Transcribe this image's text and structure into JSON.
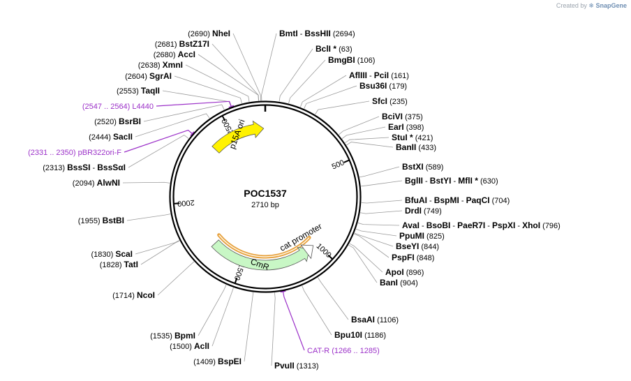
{
  "watermark": {
    "prefix": "Created by",
    "brand": "SnapGene",
    "icon": "snapgene-leaf-icon"
  },
  "plasmid": {
    "name": "POC1537",
    "length": "2710 bp",
    "total_bp": 2710
  },
  "colors": {
    "ring": "#000000",
    "feature_fill": "#fff200",
    "cmr_fill": "#c8f7c5",
    "promoter_fill": "#ffffff",
    "primer": "#9b30c8",
    "orange_arc": "#e6a03c",
    "leader": "#9a9a9a"
  },
  "ticks": [
    {
      "bp": 500,
      "label": "500"
    },
    {
      "bp": 1000,
      "label": "1000"
    },
    {
      "bp": 1500,
      "label": "1500"
    },
    {
      "bp": 2000,
      "label": "2000"
    },
    {
      "bp": 2500,
      "label": "2500"
    }
  ],
  "features": [
    {
      "name": "p15A ori",
      "start": 2360,
      "end": 2700,
      "direction": "cw",
      "color": "#fff200"
    },
    {
      "name": "CmR",
      "start": 1050,
      "end": 1710,
      "direction": "ccw",
      "color": "#c8f7c5"
    },
    {
      "name": "cat promoter",
      "start": 1020,
      "end": 1080,
      "direction": "ccw",
      "color": "#ffffff"
    }
  ],
  "orange_arc": {
    "start": 1000,
    "end": 1735
  },
  "sites": [
    {
      "name": "BmtI",
      "name2": "BssHII",
      "pos": "(2694)",
      "side": "right",
      "bp": 2694
    },
    {
      "name": "NheI",
      "pos": "(2690)",
      "side": "left",
      "bp": 2690
    },
    {
      "name": "BstZ17I",
      "pos": "(2681)",
      "side": "left",
      "bp": 2681
    },
    {
      "name": "AccI",
      "pos": "(2680)",
      "side": "left",
      "bp": 2680
    },
    {
      "name": "XmnI",
      "pos": "(2638)",
      "side": "left",
      "bp": 2638
    },
    {
      "name": "SgrAI",
      "pos": "(2604)",
      "side": "left",
      "bp": 2604
    },
    {
      "name": "TaqII",
      "pos": "(2553)",
      "side": "left",
      "bp": 2553
    },
    {
      "name": "BsrBI",
      "pos": "(2520)",
      "side": "left",
      "bp": 2520
    },
    {
      "name": "SacII",
      "pos": "(2444)",
      "side": "left",
      "bp": 2444
    },
    {
      "name": "BssSI",
      "name2": "BssSαI",
      "pos": "(2313)",
      "side": "left",
      "bp": 2313
    },
    {
      "name": "AlwNI",
      "pos": "(2094)",
      "side": "left",
      "bp": 2094
    },
    {
      "name": "BstBI",
      "pos": "(1955)",
      "side": "left",
      "bp": 1955
    },
    {
      "name": "ScaI",
      "pos": "(1830)",
      "side": "left",
      "bp": 1830
    },
    {
      "name": "TatI",
      "pos": "(1828)",
      "side": "left",
      "bp": 1828
    },
    {
      "name": "NcoI",
      "pos": "(1714)",
      "side": "left",
      "bp": 1714
    },
    {
      "name": "BpmI",
      "pos": "(1535)",
      "side": "left",
      "bp": 1535
    },
    {
      "name": "AclI",
      "pos": "(1500)",
      "side": "left",
      "bp": 1500
    },
    {
      "name": "BspEI",
      "pos": "(1409)",
      "side": "left",
      "bp": 1409
    },
    {
      "name": "PvuII",
      "pos": "(1313)",
      "side": "right",
      "bp": 1313
    },
    {
      "name": "Bpu10I",
      "pos": "(1186)",
      "side": "right",
      "bp": 1186
    },
    {
      "name": "BsaAI",
      "pos": "(1106)",
      "side": "right",
      "bp": 1106
    },
    {
      "name": "BanI",
      "pos": "(904)",
      "side": "right",
      "bp": 904
    },
    {
      "name": "ApoI",
      "pos": "(896)",
      "side": "right",
      "bp": 896
    },
    {
      "name": "PspFI",
      "pos": "(848)",
      "side": "right",
      "bp": 848
    },
    {
      "name": "BseYI",
      "pos": "(844)",
      "side": "right",
      "bp": 844
    },
    {
      "name": "PpuMI",
      "pos": "(825)",
      "side": "right",
      "bp": 825
    },
    {
      "name": "AvaI",
      "name2": "BsoBI",
      "name3": "PaeR7I",
      "name4": "PspXI",
      "name5": "XhoI",
      "pos": "(796)",
      "side": "right",
      "bp": 796
    },
    {
      "name": "DrdI",
      "pos": "(749)",
      "side": "right",
      "bp": 749
    },
    {
      "name": "BfuAI",
      "name2": "BspMI",
      "name3": "PaqCI",
      "pos": "(704)",
      "side": "right",
      "bp": 704
    },
    {
      "name": "BglII",
      "name2": "BstYI",
      "name3": "MflI",
      "star3": true,
      "pos": "(630)",
      "side": "right",
      "bp": 630
    },
    {
      "name": "BstXI",
      "pos": "(589)",
      "side": "right",
      "bp": 589
    },
    {
      "name": "BanII",
      "pos": "(433)",
      "side": "right",
      "bp": 433
    },
    {
      "name": "StuI",
      "star": true,
      "pos": "(421)",
      "side": "right",
      "bp": 421
    },
    {
      "name": "EarI",
      "pos": "(398)",
      "side": "right",
      "bp": 398
    },
    {
      "name": "BciVI",
      "pos": "(375)",
      "side": "right",
      "bp": 375
    },
    {
      "name": "SfcI",
      "pos": "(235)",
      "side": "right",
      "bp": 235
    },
    {
      "name": "Bsu36I",
      "pos": "(179)",
      "side": "right",
      "bp": 179
    },
    {
      "name": "AflIII",
      "name2": "PciI",
      "pos": "(161)",
      "side": "right",
      "bp": 161
    },
    {
      "name": "BmgBI",
      "pos": "(106)",
      "side": "right",
      "bp": 106
    },
    {
      "name": "BclI",
      "star": true,
      "pos": "(63)",
      "side": "right",
      "bp": 63
    }
  ],
  "primers": [
    {
      "name": "L4440",
      "pos": "(2547 .. 2564)",
      "side": "left",
      "bp": 2555
    },
    {
      "name": "pBR322ori-F",
      "pos": "(2331 .. 2350)",
      "side": "left",
      "bp": 2340
    },
    {
      "name": "CAT-R",
      "pos": "(1266 .. 1285)",
      "side": "right",
      "bp": 1275
    }
  ]
}
